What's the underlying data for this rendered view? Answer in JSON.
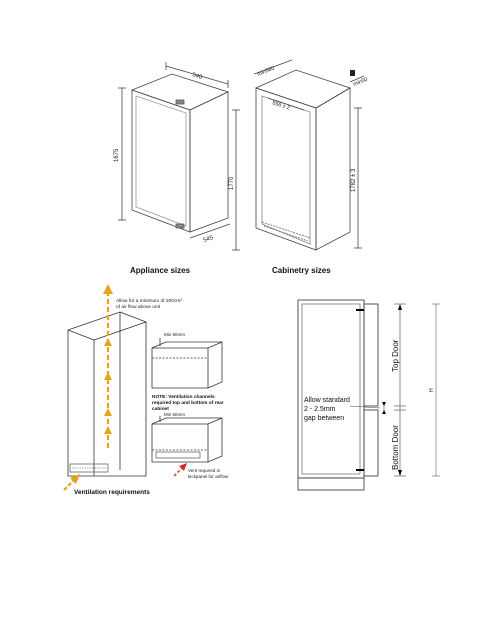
{
  "appliance": {
    "caption": "Appliance sizes",
    "width": "540",
    "height": "1675",
    "total_height": "1770",
    "depth": "545"
  },
  "cabinetry": {
    "caption": "Cabinetry sizes",
    "min_depth": "min560",
    "top_gap": "min50",
    "inner_width": "556 ± 2",
    "inner_height": "1782 ± 3"
  },
  "ventilation": {
    "caption": "Ventilation requirements",
    "airflow_note": [
      "Allow for a minimum of 200cm²",
      "of air flow above unit"
    ],
    "min_top": "Min 50mm",
    "channel_note": [
      "NOTE: Ventilation channels",
      "required top and bottom of rear",
      "cabinet"
    ],
    "min_bottom": "Min 50mm",
    "vent_note": [
      "Vent required in",
      "kickpanel for airflow"
    ]
  },
  "doors": {
    "top_door": "Top Door",
    "bottom_door": "Bottom Door",
    "gap_note": [
      "Allow standard",
      "2 - 2.5mm",
      "gap between"
    ],
    "total_label": "H"
  }
}
